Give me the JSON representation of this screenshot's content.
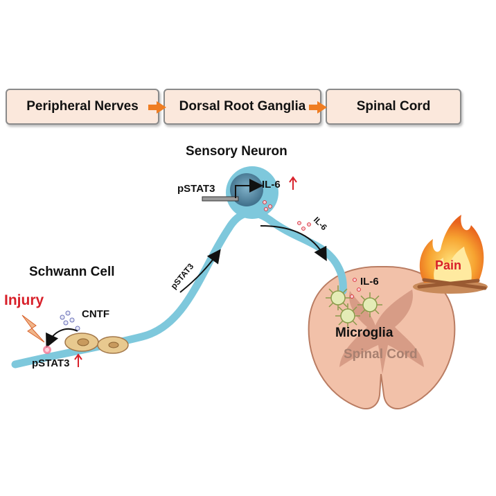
{
  "flow": {
    "step1": "Peripheral Nerves",
    "step2": "Dorsal Root Ganglia",
    "step3": "Spinal Cord"
  },
  "labels": {
    "sensory_neuron": "Sensory Neuron",
    "pstat3_neuron": "pSTAT3",
    "il6_neuron": "IL-6",
    "il6_axon": "IL-6",
    "pstat3_axon": "pSTAT3",
    "schwann_cell": "Schwann Cell",
    "injury": "Injury",
    "cntf": "CNTF",
    "pstat3_schwann": "pSTAT3",
    "il6_cord": "IL-6",
    "microglia": "Microglia",
    "spinal_cord": "Spinal Cord",
    "pain": "Pain"
  },
  "colors": {
    "axon": "#7ec8dc",
    "box_fill": "#fbe8dc",
    "flow_arrow": "#ef7d22",
    "injury_text": "#d8202a",
    "pain_text": "#d8202a",
    "up_arrow": "#d8202a",
    "cord_white": "#f2c1a9",
    "cord_grey": "#d79c86",
    "schwann": "#e8c98f",
    "microglia": "#e4ecb6"
  }
}
